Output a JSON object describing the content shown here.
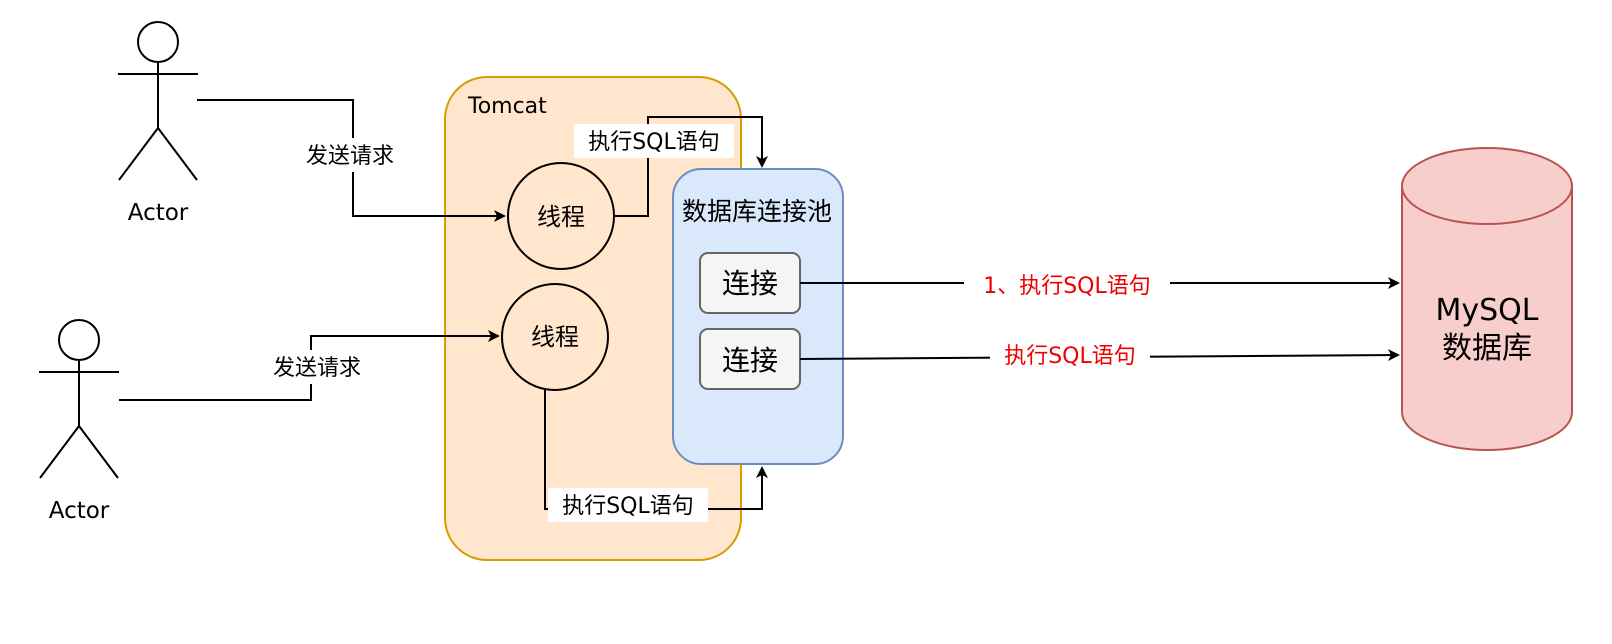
{
  "actors": [
    {
      "label": "Actor"
    },
    {
      "label": "Actor"
    }
  ],
  "tomcat": {
    "label": "Tomcat"
  },
  "threads": [
    {
      "label": "线程"
    },
    {
      "label": "线程"
    }
  ],
  "pool": {
    "title": "数据库连接池",
    "connections": [
      {
        "label": "连接"
      },
      {
        "label": "连接"
      }
    ]
  },
  "database": {
    "line1": "MySQL",
    "line2": "数据库"
  },
  "edges": {
    "send_request_1": "发送请求",
    "send_request_2": "发送请求",
    "exec_sql_top": "执行SQL语句",
    "exec_sql_bottom": "执行SQL语句",
    "conn1_to_db": "1、执行SQL语句",
    "conn2_to_db": "执行SQL语句"
  },
  "colors": {
    "tomcat_fill": "#ffe6cc",
    "tomcat_stroke": "#d79b00",
    "pool_fill": "#dae8fc",
    "pool_stroke": "#6c8ebf",
    "conn_fill": "#f5f5f5",
    "conn_stroke": "#666666",
    "db_fill": "#f8cecc",
    "db_stroke": "#b85450",
    "edge_label": "#ee0000"
  }
}
